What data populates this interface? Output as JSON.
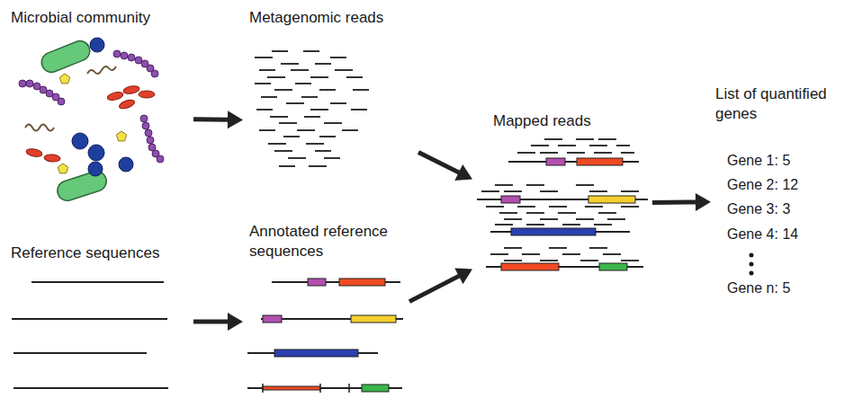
{
  "diagram": {
    "nodes": [
      {
        "text": [
          "Microbial community"
        ]
      },
      {
        "text": [
          "Metagenomic reads"
        ]
      },
      {
        "text": [
          "Reference sequences"
        ]
      },
      {
        "text": [
          "Annotated reference sequences"
        ]
      },
      {
        "text": [
          "Mapped reads"
        ]
      },
      {
        "text": [
          "List of quantified genes",
          "Gene 1: 5",
          "Gene 2: 12",
          "Gene 3: 3",
          "Gene 4: 14",
          "Gene n: 5"
        ]
      }
    ],
    "edges": [
      {
        "from": 0,
        "to": 1,
        "arrow": "to"
      },
      {
        "from": 2,
        "to": 3,
        "arrow": "to"
      },
      {
        "from": 1,
        "to": 4,
        "arrow": "to"
      },
      {
        "from": 3,
        "to": 4,
        "arrow": "to"
      },
      {
        "from": 4,
        "to": 5,
        "arrow": "to"
      }
    ]
  }
}
